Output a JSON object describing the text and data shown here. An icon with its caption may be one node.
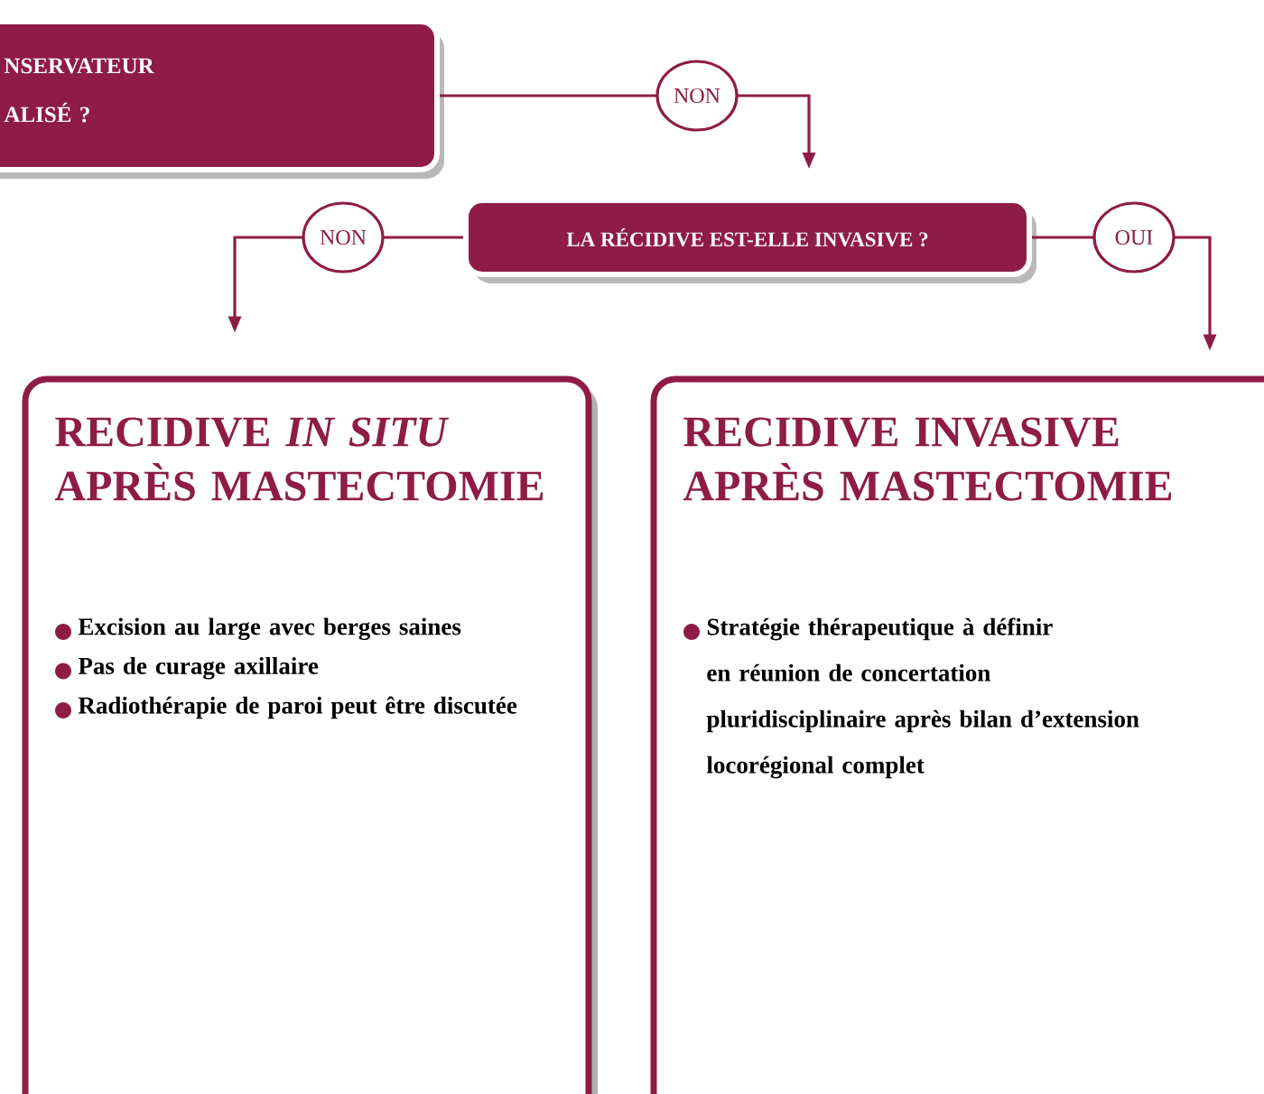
{
  "diagram": {
    "nodes": [
      {
        "text": [
          "NSERVATEUR ALISÉ ?"
        ]
      },
      {
        "text": [
          "LA RÉCIDIVE EST-ELLE INVASIVE ?"
        ]
      },
      {
        "text": [
          "RECIDIVE *IN SITU* APRÈS MASTECTOMIE",
          "Excision au large avec berges saines",
          "Pas de curage axillaire",
          "Radiothérapie de paroi peut être discutée"
        ]
      },
      {
        "text": [
          "RECIDIVE INVASIVE APRÈS MASTECTOMIE",
          "Stratégie thérapeutique à définir en réunion de concertation pluridisciplinaire après bilan d’extension locorégional complet"
        ]
      }
    ],
    "edges": [
      {
        "from": 0,
        "to": 1,
        "arrow": "to",
        "label": "NON"
      },
      {
        "from": 1,
        "to": 2,
        "arrow": "to",
        "label": "NON"
      },
      {
        "from": 1,
        "to": 3,
        "arrow": "to",
        "label": "OUI"
      }
    ]
  }
}
